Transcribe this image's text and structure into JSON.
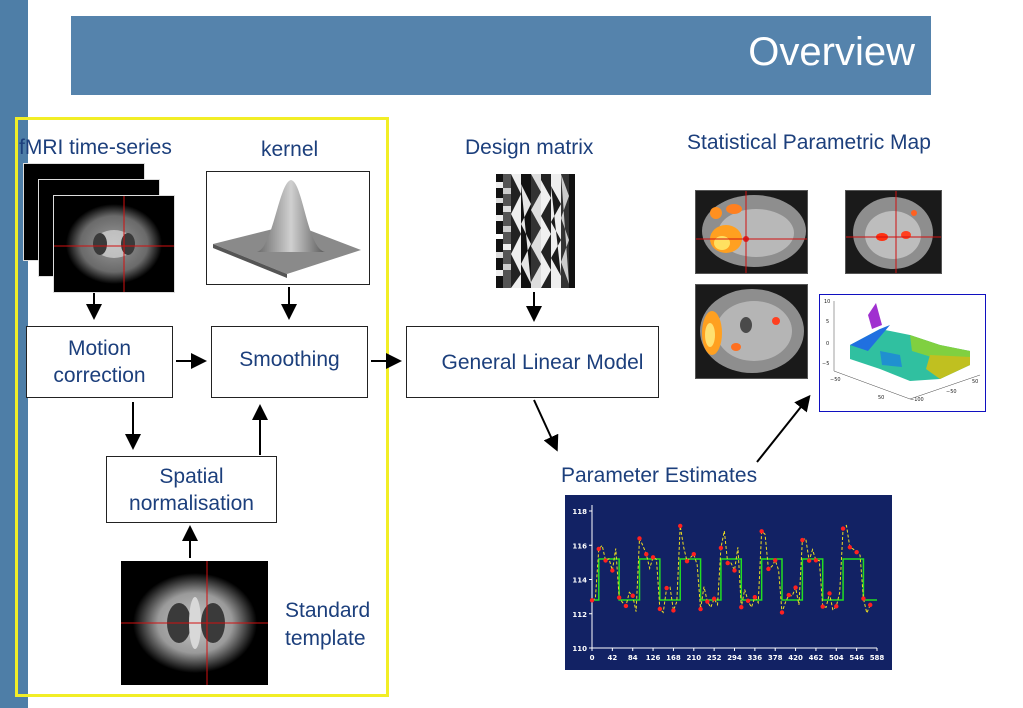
{
  "title": "Overview",
  "labels": {
    "fmri": "fMRI time-series",
    "kernel": "kernel",
    "design_matrix": "Design matrix",
    "spm": "Statistical Parametric Map",
    "parameter_estimates": "Parameter Estimates",
    "standard_template_line1": "Standard",
    "standard_template_line2": "template"
  },
  "boxes": {
    "motion_line1": "Motion",
    "motion_line2": "correction",
    "smoothing": "Smoothing",
    "glm": "General Linear Model",
    "spatial_line1": "Spatial",
    "spatial_line2": "normalisation"
  },
  "colors": {
    "accent_bar": "#5583ac",
    "side_bar": "#4e7ea7",
    "highlight": "#f2ee26",
    "label_text": "#1c3f7c",
    "plot_bg": "#122264"
  },
  "chart_data": {
    "type": "line",
    "xlim": [
      0,
      588
    ],
    "ylim": [
      110,
      118
    ],
    "x_ticks": [
      "0",
      "42",
      "84",
      "126",
      "168",
      "210",
      "252",
      "294",
      "336",
      "378",
      "420",
      "462",
      "504",
      "546",
      "588"
    ],
    "y_ticks": [
      "110",
      "112",
      "114",
      "116",
      "118"
    ],
    "series": [
      {
        "style": "square-wave fit",
        "color": "#22dd22"
      },
      {
        "style": "dashed",
        "color": "#f0e020"
      },
      {
        "style": "points",
        "color": "#ff2020"
      }
    ]
  }
}
